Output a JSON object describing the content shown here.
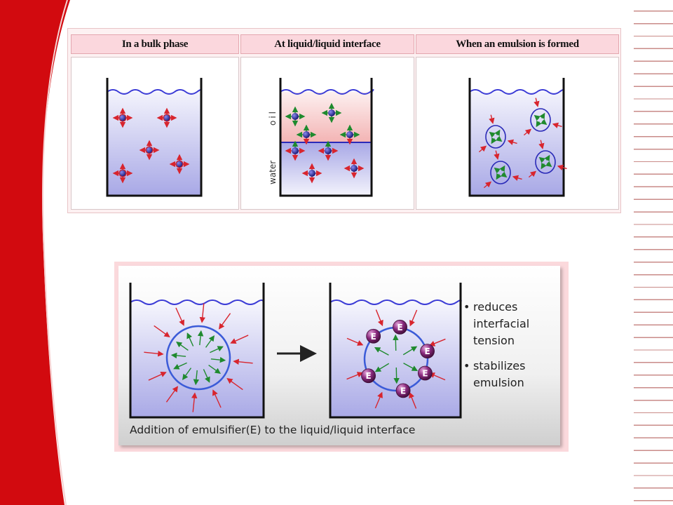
{
  "decor": {
    "accent_color": "#d20a0f",
    "rule_color": "#c98b88"
  },
  "top_figure": {
    "columns": [
      {
        "heading": "In a bulk phase"
      },
      {
        "heading": "At liquid/liquid interface",
        "phase_labels": {
          "upper": "oil",
          "lower": "water"
        }
      },
      {
        "heading": "When an emulsion is formed"
      }
    ]
  },
  "bottom_figure": {
    "bullets": [
      {
        "marker": "•",
        "text": "reduces interfacial tension"
      },
      {
        "marker": "•",
        "text": "stabilizes emulsion"
      }
    ],
    "emulsifier_label": "E",
    "caption": "Addition of emulsifier(E) to the liquid/liquid interface"
  },
  "colors": {
    "water_top": "#f2f2fb",
    "water_bottom": "#a9a9e6",
    "oil": "#f6c2c2",
    "wave": "#3b3bd6",
    "outer_arrow": "#d8252e",
    "inner_arrow": "#1f8a2e",
    "molecule": "#1d1d8c",
    "emulsifier": "#7a1f6e"
  }
}
